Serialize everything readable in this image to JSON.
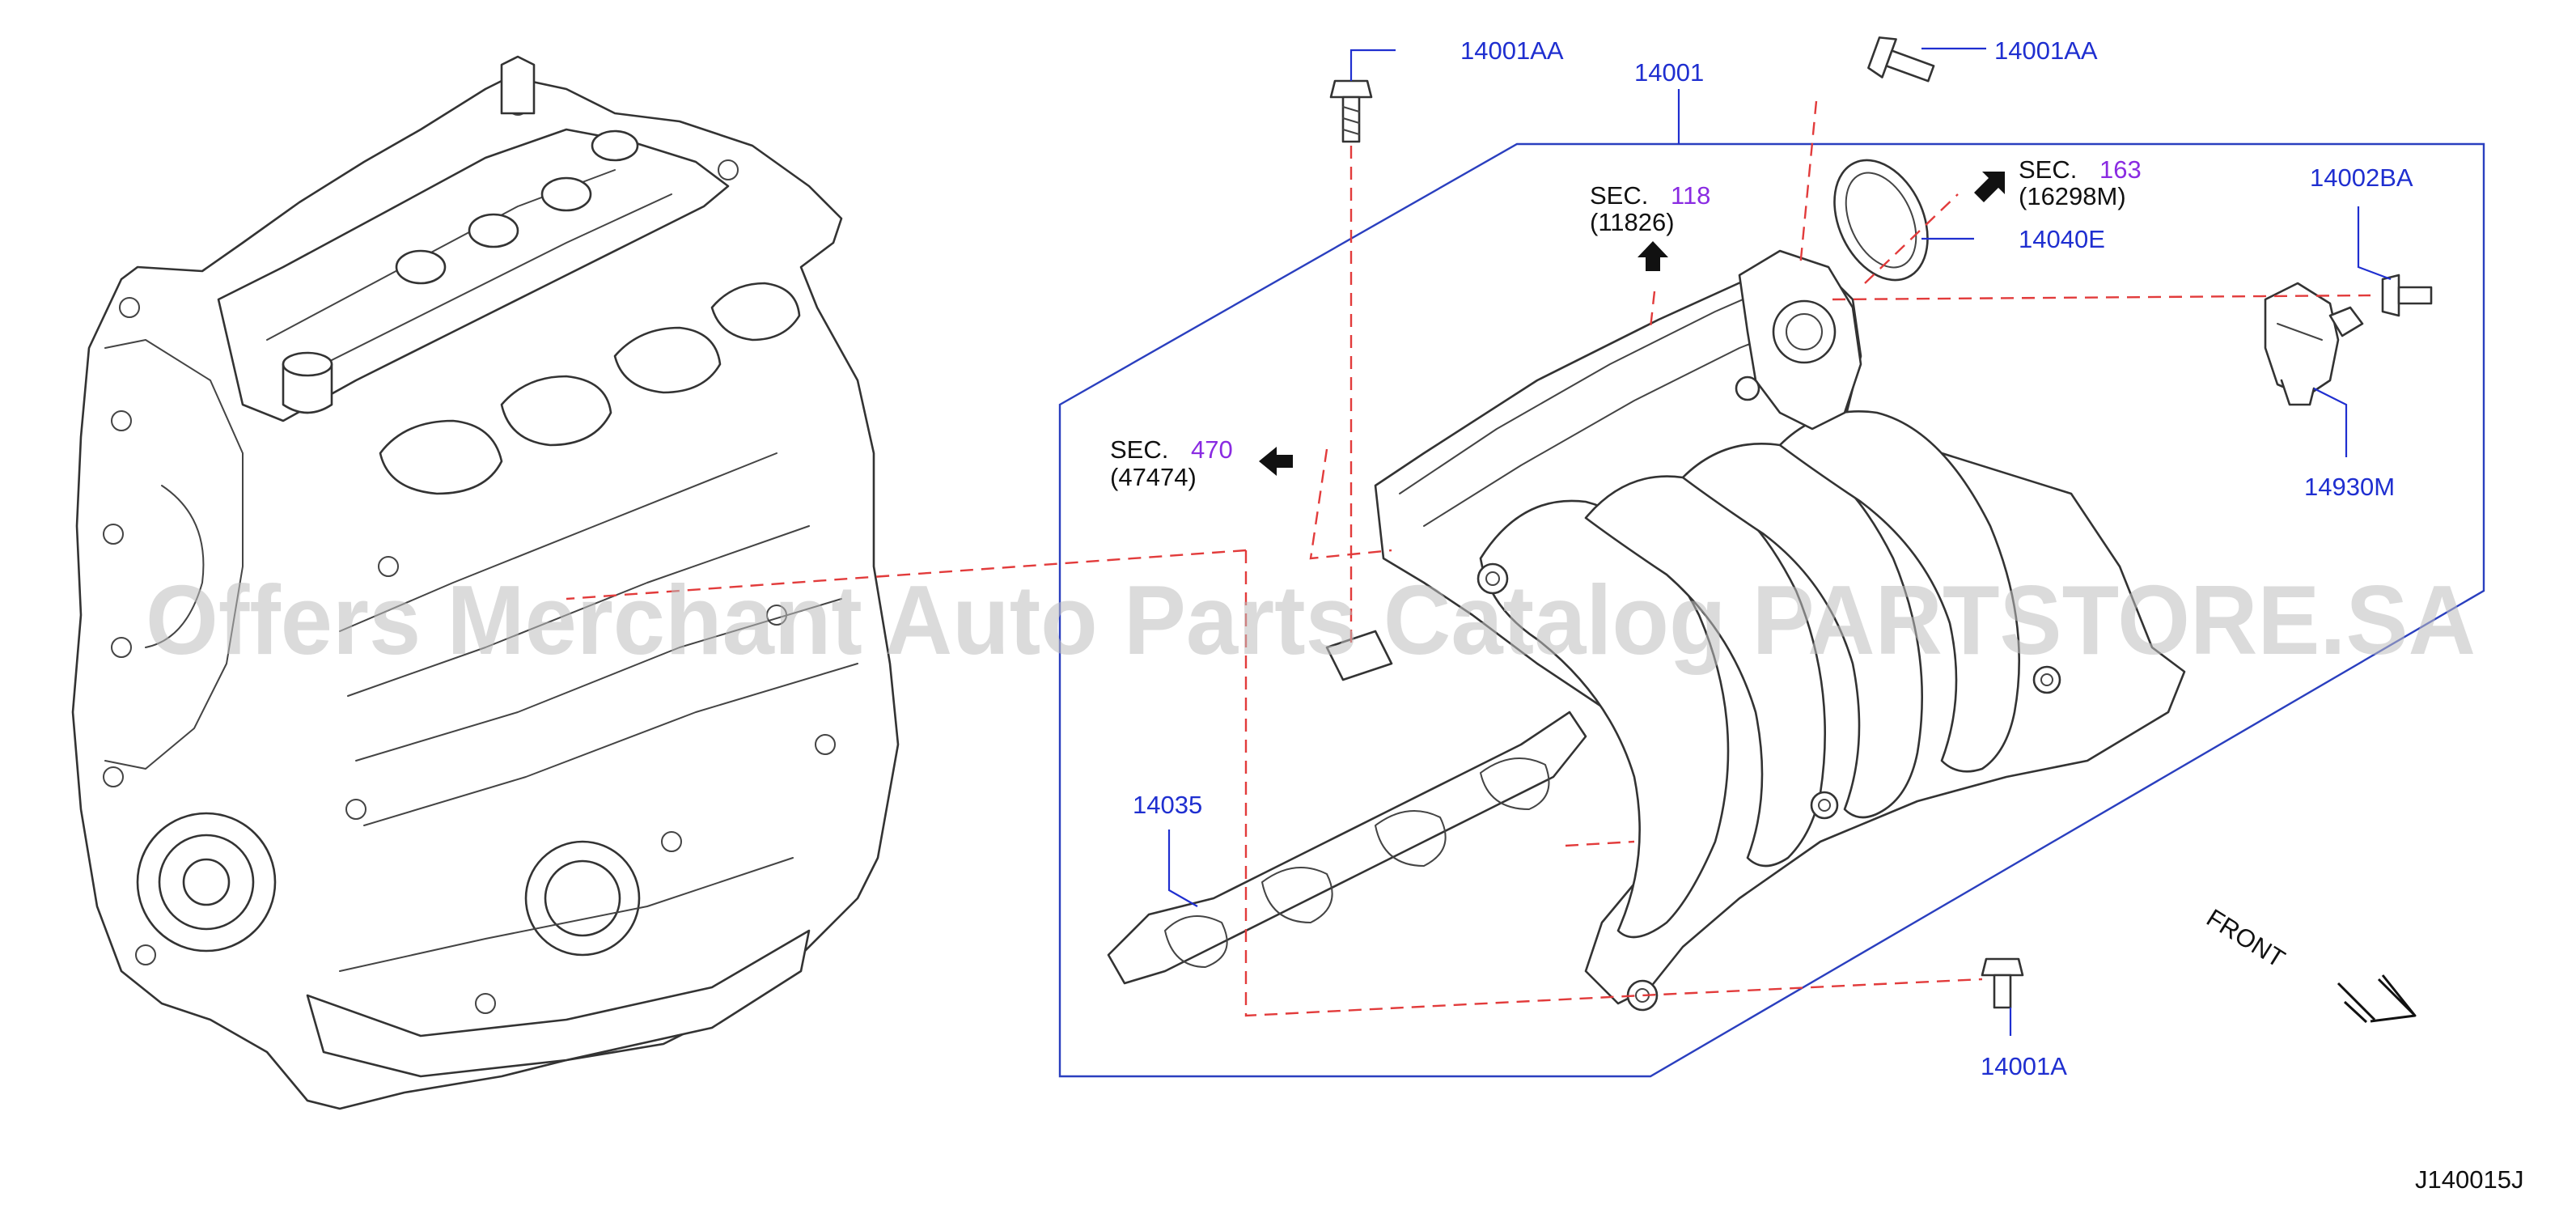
{
  "watermark": "Offers Merchant Auto Parts Catalog PARTSTORE.SA",
  "diagram_code": "J140015J",
  "front_label": "FRONT",
  "colors": {
    "label_blue": "#1f2fd0",
    "sec_number_purple": "#8a2be2",
    "leader_dash_red": "#e23b3b",
    "frame_blue": "#2a3fbf"
  },
  "parts": {
    "p14001": "14001",
    "p14001AA_left": "14001AA",
    "p14001AA_right": "14001AA",
    "p14002BA": "14002BA",
    "p14040E": "14040E",
    "p14930M": "14930M",
    "p14035": "14035",
    "p14001A": "14001A"
  },
  "sections": {
    "s118": {
      "prefix": "SEC.",
      "number": "118",
      "sub": "(11826)"
    },
    "s163": {
      "prefix": "SEC.",
      "number": "163",
      "sub": "(16298M)"
    },
    "s470": {
      "prefix": "SEC.",
      "number": "470",
      "sub": "(47474)"
    }
  },
  "icons": [
    "arrow-up-icon",
    "arrow-up-right-icon",
    "arrow-left-icon",
    "front-direction-arrow-icon"
  ]
}
